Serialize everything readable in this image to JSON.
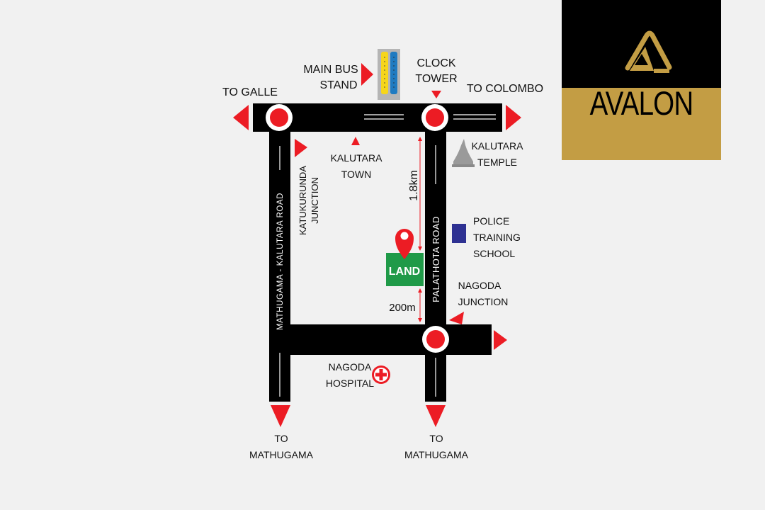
{
  "brand": {
    "name": "AVALON",
    "colors": {
      "black": "#000000",
      "gold": "#c39d44"
    }
  },
  "colors": {
    "road": "#000000",
    "marker": "#ec1c24",
    "land": "#1f9a48",
    "police": "#2e3192",
    "temple": "#9a9a9a"
  },
  "places": {
    "main_bus_stand": [
      "MAIN BUS",
      "STAND"
    ],
    "clock_tower": [
      "CLOCK",
      "TOWER"
    ],
    "to_galle": "TO GALLE",
    "to_colombo": "TO COLOMBO",
    "kalutara_town": [
      "KALUTARA",
      "TOWN"
    ],
    "kalutara_temple": [
      "KALUTARA",
      "TEMPLE"
    ],
    "katukurunda_junction": [
      "KATUKURUNDA",
      "JUNCTION"
    ],
    "police_training_school": [
      "POLICE",
      "TRAINING",
      "SCHOOL"
    ],
    "nagoda_junction": [
      "NAGODA",
      "JUNCTION"
    ],
    "nagoda_hospital": [
      "NAGODA",
      "HOSPITAL"
    ],
    "to_mathugama_left": [
      "TO",
      "MATHUGAMA"
    ],
    "to_mathugama_right": [
      "TO",
      "MATHUGAMA"
    ],
    "land": "LAND"
  },
  "roads": {
    "mathugama_kalutara": "MATHUGAMA - KALUTARA ROAD",
    "palathota": "PALATHOTA ROAD"
  },
  "distances": {
    "to_clock_tower": "1.8km",
    "to_junction": "200m"
  },
  "icons": [
    "bus-icon",
    "temple-icon",
    "hospital-icon",
    "location-pin-icon",
    "avalon-logo-icon"
  ]
}
